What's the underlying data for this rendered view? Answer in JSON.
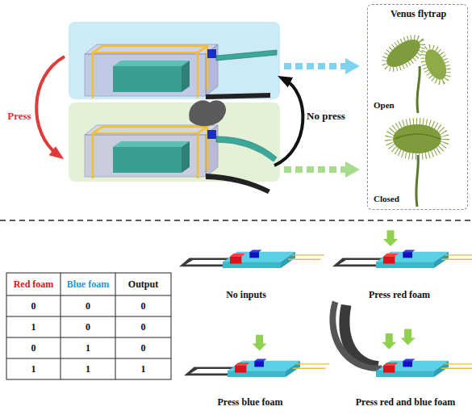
{
  "diagram": {
    "nodes": [
      {
        "text": [
          "Venus flytrap"
        ]
      },
      {
        "text": [
          "Open"
        ],
        "in": 0
      },
      {
        "text": [
          "Closed"
        ],
        "in": 0
      }
    ],
    "labels": [
      "Press",
      "No press",
      "Red foam",
      "Blue foam",
      "Output",
      "0",
      "0",
      "0",
      "1",
      "0",
      "0",
      "0",
      "1",
      "0",
      "1",
      "1",
      "1",
      "No inputs",
      "Press red foam",
      "Press blue foam",
      "Press red and blue foam"
    ]
  }
}
